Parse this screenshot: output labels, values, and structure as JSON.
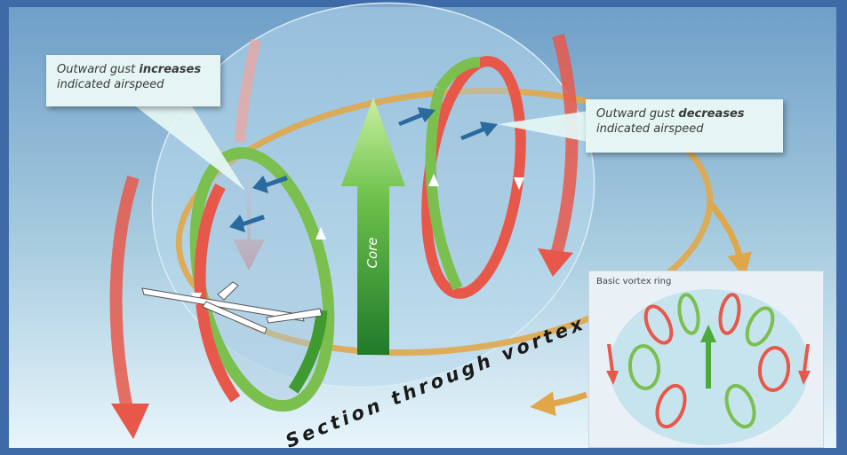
{
  "callouts": {
    "left": {
      "pre": "Outward gust ",
      "bold": "increases",
      "post": "indicated airspeed"
    },
    "right": {
      "pre": "Outward gust ",
      "bold": "decreases",
      "post": "indicated airspeed"
    }
  },
  "labels": {
    "core": "Core",
    "section": "Section through vortex ring"
  },
  "inset": {
    "title": "Basic vortex ring"
  },
  "colors": {
    "background": "#3f6aa8",
    "updraft": "#8fce5a",
    "downdraft": "#e8584a",
    "circulation": "#e0a74a",
    "gust_arrow": "#2a6a9e"
  }
}
